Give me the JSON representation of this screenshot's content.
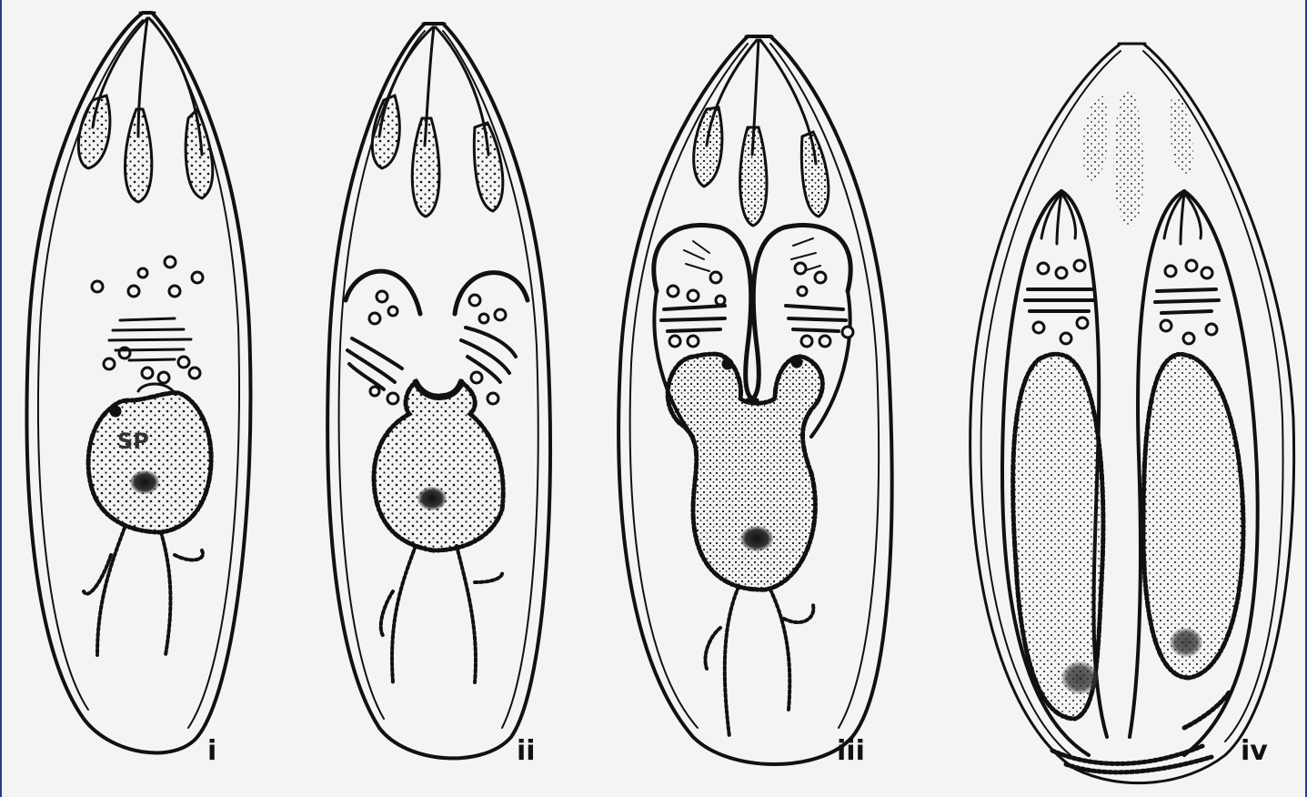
{
  "figure": {
    "panels": [
      {
        "id": "i",
        "label": "i",
        "annotation": "SP"
      },
      {
        "id": "ii",
        "label": "ii"
      },
      {
        "id": "iii",
        "label": "iii"
      },
      {
        "id": "iv",
        "label": "iv"
      }
    ],
    "colors": {
      "background": "#f4f4f2",
      "ink": "#111111",
      "border": "#2b3a8f"
    }
  }
}
